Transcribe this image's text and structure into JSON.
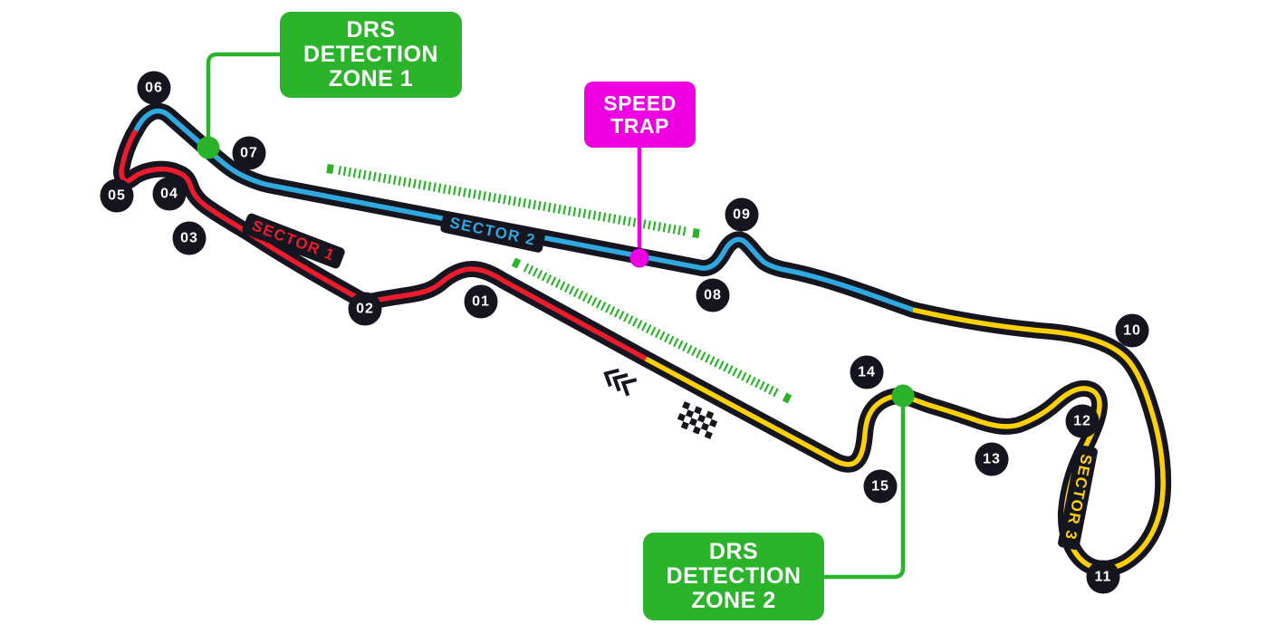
{
  "circuit": {
    "turn_labels": [
      "01",
      "02",
      "03",
      "04",
      "05",
      "06",
      "07",
      "08",
      "09",
      "10",
      "11",
      "12",
      "13",
      "14",
      "15"
    ],
    "sector_labels": [
      "SECTOR 1",
      "SECTOR 2",
      "SECTOR 3"
    ],
    "annotations": {
      "drs_detection_zone_1": [
        "DRS",
        "DETECTION",
        "ZONE 1"
      ],
      "drs_detection_zone_2": [
        "DRS",
        "DETECTION",
        "ZONE 2"
      ],
      "speed_trap": [
        "SPEED",
        "TRAP"
      ]
    },
    "colors": {
      "track": "#15151f",
      "sector1_red": "#ec1b2d",
      "sector2_blue": "#2fa9e0",
      "sector3_yellow": "#ffd100",
      "drs_green": "#2bb42b",
      "speed_trap_magenta": "#ee00e0",
      "label_text": "#ffffff"
    }
  }
}
